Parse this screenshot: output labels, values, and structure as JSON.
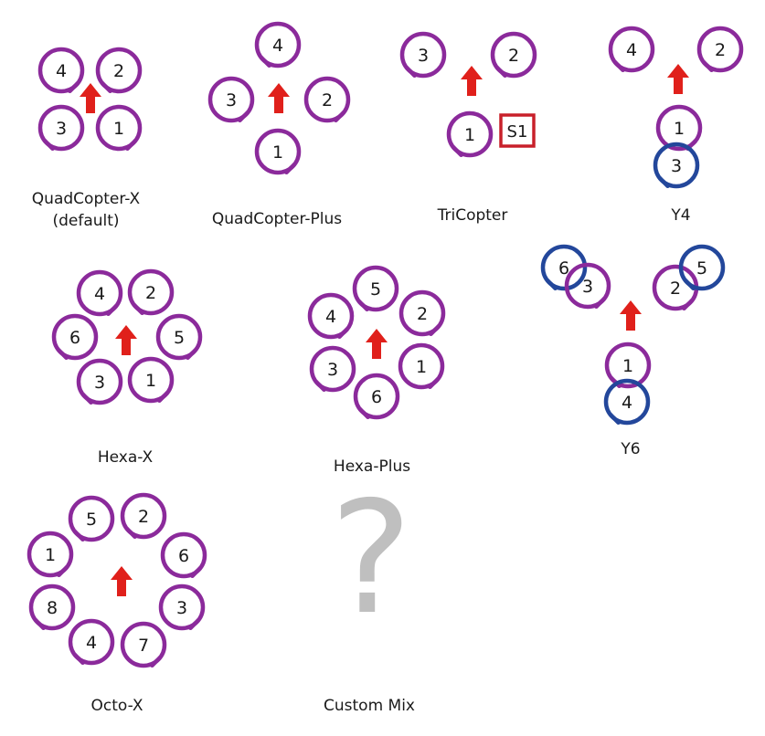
{
  "colors": {
    "cw_ccw_motor": "#8B2A9B",
    "lower_motor": "#23479B",
    "forward_arrow": "#E0201B",
    "servo": "#C8202A",
    "question_mark": "#bfbfbf"
  },
  "frames": [
    {
      "id": "quad-x",
      "caption": [
        "QuadCopter-X",
        "(default)"
      ],
      "motors": [
        {
          "label": "4",
          "dir": "cw"
        },
        {
          "label": "2",
          "dir": "ccw"
        },
        {
          "label": "3",
          "dir": "ccw"
        },
        {
          "label": "1",
          "dir": "cw"
        }
      ]
    },
    {
      "id": "quad-plus",
      "caption": [
        "QuadCopter-Plus"
      ],
      "motors": [
        {
          "label": "4",
          "dir": "ccw"
        },
        {
          "label": "3",
          "dir": "cw"
        },
        {
          "label": "2",
          "dir": "cw"
        },
        {
          "label": "1",
          "dir": "cw"
        }
      ]
    },
    {
      "id": "tri",
      "caption": [
        "TriCopter"
      ],
      "motors": [
        {
          "label": "3",
          "dir": "ccw"
        },
        {
          "label": "2",
          "dir": "ccw"
        },
        {
          "label": "1",
          "dir": "ccw"
        }
      ],
      "servo": "S1"
    },
    {
      "id": "y4",
      "caption": [
        "Y4"
      ],
      "motors": [
        {
          "label": "4",
          "dir": "ccw"
        },
        {
          "label": "2",
          "dir": "ccw"
        },
        {
          "label": "1",
          "dir": "cw"
        },
        {
          "label": "3",
          "dir": "ccw"
        }
      ]
    },
    {
      "id": "hexa-x",
      "caption": [
        "Hexa-X"
      ],
      "motors": [
        {
          "label": "4",
          "dir": "cw"
        },
        {
          "label": "2",
          "dir": "ccw"
        },
        {
          "label": "6",
          "dir": "ccw"
        },
        {
          "label": "5",
          "dir": "cw"
        },
        {
          "label": "3",
          "dir": "ccw"
        },
        {
          "label": "1",
          "dir": "cw"
        }
      ]
    },
    {
      "id": "hexa-plus",
      "caption": [
        "Hexa-Plus"
      ],
      "motors": [
        {
          "label": "5",
          "dir": "ccw"
        },
        {
          "label": "4",
          "dir": "cw"
        },
        {
          "label": "2",
          "dir": "cw"
        },
        {
          "label": "3",
          "dir": "ccw"
        },
        {
          "label": "1",
          "dir": "cw"
        },
        {
          "label": "6",
          "dir": "ccw"
        }
      ]
    },
    {
      "id": "y6",
      "caption": [
        "Y6"
      ],
      "motors": [
        {
          "label": "6",
          "dir": "ccw"
        },
        {
          "label": "3",
          "dir": "cw"
        },
        {
          "label": "2",
          "dir": "cw"
        },
        {
          "label": "5",
          "dir": "ccw"
        },
        {
          "label": "1",
          "dir": "ccw"
        },
        {
          "label": "4",
          "dir": "ccw"
        }
      ]
    },
    {
      "id": "octo-x",
      "caption": [
        "Octo-X"
      ],
      "motors": [
        {
          "label": "5",
          "dir": "ccw"
        },
        {
          "label": "2",
          "dir": "ccw"
        },
        {
          "label": "1",
          "dir": "cw"
        },
        {
          "label": "6",
          "dir": "cw"
        },
        {
          "label": "8",
          "dir": "ccw"
        },
        {
          "label": "3",
          "dir": "cw"
        },
        {
          "label": "4",
          "dir": "ccw"
        },
        {
          "label": "7",
          "dir": "cw"
        }
      ]
    },
    {
      "id": "custom",
      "caption": [
        "Custom Mix"
      ],
      "symbol": "?"
    }
  ]
}
